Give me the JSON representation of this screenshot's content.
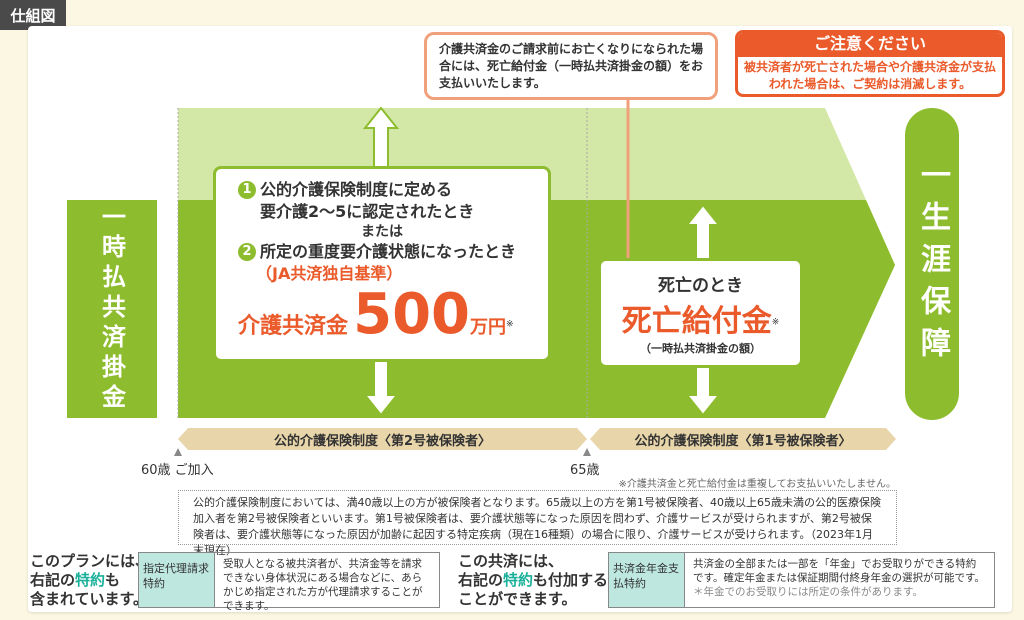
{
  "label": "仕組図",
  "left_box": "一時払共済掛金",
  "right_pill": "一生涯保障",
  "care_box": {
    "line1": "公的介護保険制度に定める",
    "line1_num": "1",
    "line2": "要介護2～5に認定されたとき",
    "or": "または",
    "line3": "所定の重度要介護状態になったとき",
    "line3_num": "2",
    "line4": "（JA共済独自基準）",
    "benefit_label": "介護共済金",
    "amount": "500",
    "unit": "万円",
    "mark": "※"
  },
  "death_box": {
    "title": "死亡のとき",
    "benefit": "死亡給付金",
    "mark": "※",
    "sub": "（一時払共済掛金の額）"
  },
  "callout": "介護共済金のご請求前にお亡くなりになられた場合には、死亡給付金（一時払共済掛金の額）をお支払いいたします。",
  "caution": {
    "title": "ご注意ください",
    "body": "被共済者が死亡された場合や介護共済金が支払われた場合は、ご契約は消滅します。"
  },
  "bars": [
    "公的介護保険制度〈第2号被保険者〉",
    "公的介護保険制度〈第1号被保険者〉"
  ],
  "ages": {
    "start": "60歳 ご加入",
    "mid": "65歳"
  },
  "footnote": "※介護共済金と死亡給付金は重複してお支払いいたしません。",
  "note": "公的介護保険制度においては、満40歳以上の方が被保険者となります。65歳以上の方を第1号被保険者、40歳以上65歳未満の公的医療保険加入者を第2号被保険者といいます。第1号被保険者は、要介護状態等になった原因を問わず、介護サービスが受けられますが、第2号被保険者は、要介護状態等になった原因が加齢に起因する特定疾病（現在16種類）の場合に限り、介護サービスが受けられます。（2023年1月末現在）",
  "plan": {
    "lead1": "このプランには、",
    "lead2a": "右記の",
    "lead2b": "特約",
    "lead2c": "も",
    "lead3": "含まれています。",
    "rider_name": "指定代理請求特約",
    "rider_desc": "受取人となる被共済者が、共済金等を請求できない身体状況にある場合などに、あらかじめ指定された方が代理請求することができます。"
  },
  "optional": {
    "lead1": "この共済には、",
    "lead2a": "右記の",
    "lead2b": "特約",
    "lead2c": "も付加する",
    "lead3": "ことができます。",
    "rider_name": "共済金年金支払特約",
    "rider_desc": "共済金の全部または一部を「年金」でお受取りができる特約です。確定年金または保証期間付終身年金の選択が可能です。",
    "rider_note": "＊年金でのお受取りには所定の条件があります。"
  }
}
